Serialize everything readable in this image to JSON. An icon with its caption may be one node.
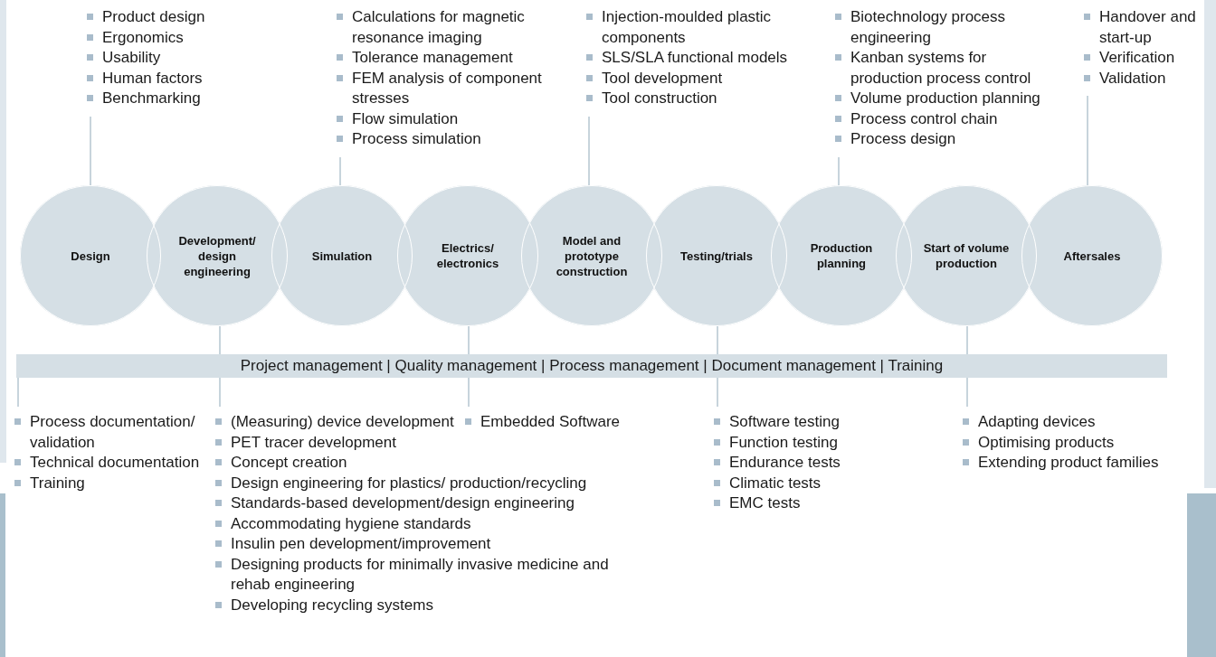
{
  "diagram": {
    "nodes": [
      {
        "text": [
          "Product design",
          "Ergonomics",
          "Usability",
          "Human factors",
          "Benchmarking"
        ]
      },
      {
        "text": [
          "Calculations for magnetic resonance imaging",
          "Tolerance management",
          "FEM analysis of component stresses",
          "Flow simulation",
          "Process simulation"
        ]
      },
      {
        "text": [
          "Injection-moulded plastic components",
          "SLS/SLA functional models",
          "Tool development",
          "Tool construction"
        ]
      },
      {
        "text": [
          "Biotechnology process engineering",
          "Kanban systems for production process control",
          "Volume production planning",
          "Process control chain",
          "Process design"
        ]
      },
      {
        "text": [
          "Handover and start-up",
          "Verification",
          "Validation"
        ]
      },
      {
        "text": [
          "Design"
        ]
      },
      {
        "text": [
          "Development/ design engineering"
        ]
      },
      {
        "text": [
          "Simulation"
        ]
      },
      {
        "text": [
          "Electrics/ electronics"
        ]
      },
      {
        "text": [
          "Model and prototype construction"
        ]
      },
      {
        "text": [
          "Testing/trials"
        ]
      },
      {
        "text": [
          "Production planning"
        ]
      },
      {
        "text": [
          "Start of volume production"
        ]
      },
      {
        "text": [
          "Aftersales"
        ]
      },
      {
        "text": [
          "Project management | Quality management | Process management | Document management | Training"
        ]
      },
      {
        "text": [
          "Process documentation/ validation",
          "Technical documentation",
          "Training"
        ]
      },
      {
        "text": [
          "(Measuring) device development",
          "PET tracer development",
          "Concept creation",
          "Design engineering for plastics/ production/recycling",
          "Standards-based development/design engineering",
          "Accommodating hygiene standards",
          "Insulin pen development/improvement",
          "Designing products for minimally invasive medicine and rehab engineering",
          "Developing recycling systems"
        ]
      },
      {
        "text": [
          "Embedded Software"
        ]
      },
      {
        "text": [
          "Software testing",
          "Function testing",
          "Endurance tests",
          "Climatic tests",
          "EMC tests"
        ]
      },
      {
        "text": [
          "Adapting devices",
          "Optimising products",
          "Extending product families"
        ]
      }
    ],
    "edges": [
      {
        "from": 0,
        "to": 5,
        "arrow": "none"
      },
      {
        "from": 1,
        "to": 7,
        "arrow": "none"
      },
      {
        "from": 2,
        "to": 9,
        "arrow": "none"
      },
      {
        "from": 3,
        "to": 11,
        "arrow": "none"
      },
      {
        "from": 4,
        "to": 13,
        "arrow": "none"
      },
      {
        "from": 6,
        "to": 14,
        "arrow": "none"
      },
      {
        "from": 8,
        "to": 14,
        "arrow": "none"
      },
      {
        "from": 10,
        "to": 14,
        "arrow": "none"
      },
      {
        "from": 12,
        "to": 14,
        "arrow": "none"
      },
      {
        "from": 14,
        "to": 15,
        "arrow": "none"
      },
      {
        "from": 14,
        "to": 16,
        "arrow": "none"
      },
      {
        "from": 14,
        "to": 17,
        "arrow": "none"
      },
      {
        "from": 14,
        "to": 18,
        "arrow": "none"
      },
      {
        "from": 14,
        "to": 19,
        "arrow": "none"
      }
    ]
  }
}
